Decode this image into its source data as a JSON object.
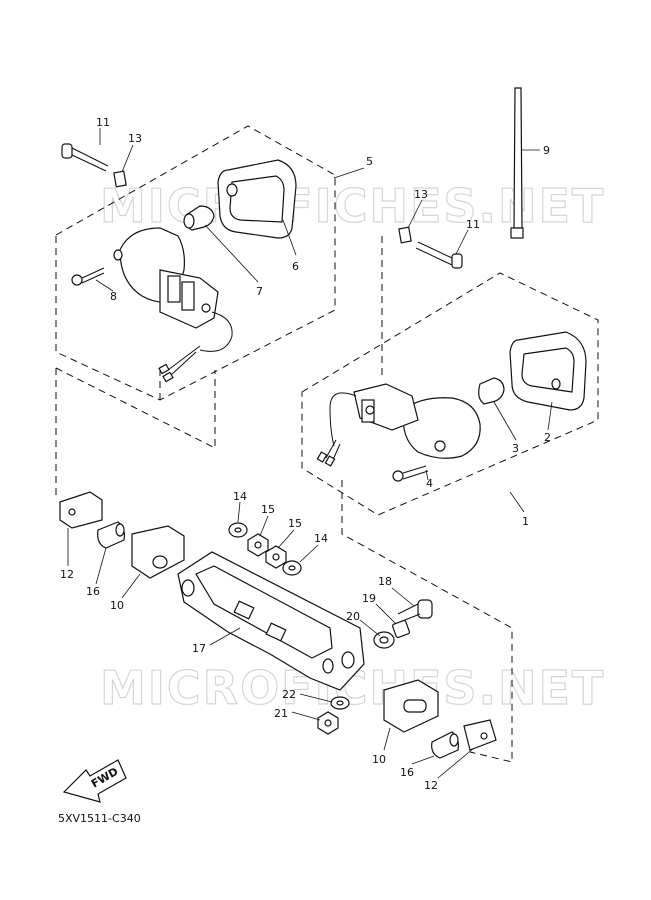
{
  "watermark": {
    "text": "MICROFICHES.NET"
  },
  "diagram_code": "5XV1511-C340",
  "fwd_label": "FWD",
  "callouts": {
    "c1": "1",
    "c2": "2",
    "c3": "3",
    "c4": "4",
    "c5": "5",
    "c6": "6",
    "c7": "7",
    "c8": "8",
    "c9": "9",
    "c10a": "10",
    "c10b": "10",
    "c11a": "11",
    "c11b": "11",
    "c12a": "12",
    "c12b": "12",
    "c13a": "13",
    "c13b": "13",
    "c14a": "14",
    "c14b": "14",
    "c15a": "15",
    "c15b": "15",
    "c16a": "16",
    "c16b": "16",
    "c17": "17",
    "c18": "18",
    "c19": "19",
    "c20": "20",
    "c21": "21",
    "c22": "22"
  }
}
